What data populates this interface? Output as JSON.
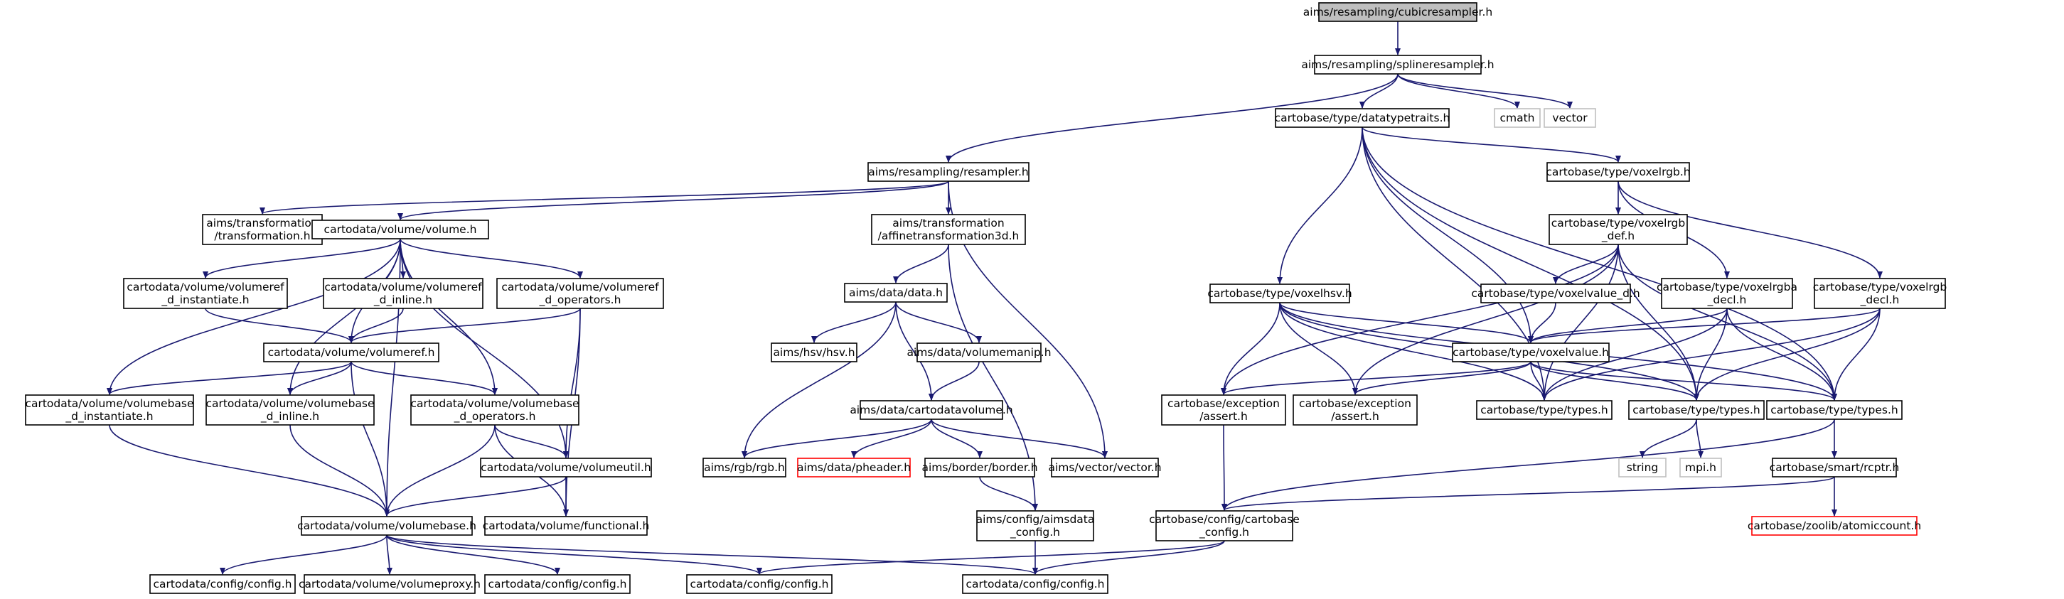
{
  "title": "aims/resampling/cubicresampler.h",
  "colors": {
    "edge": "#191970",
    "root_fill": "#bfbfbf",
    "external_stroke": "#bfbfbf",
    "missing_stroke": "#ff0000"
  },
  "nodes": [
    {
      "id": "cubic",
      "lines": [
        "aims/resampling/cubicresampler.h"
      ],
      "kind": "root"
    },
    {
      "id": "spline",
      "lines": [
        "aims/resampling/splineresampler.h"
      ],
      "kind": "normal"
    },
    {
      "id": "cmath",
      "lines": [
        "cmath"
      ],
      "kind": "external"
    },
    {
      "id": "vector",
      "lines": [
        "vector"
      ],
      "kind": "external"
    },
    {
      "id": "dtt",
      "lines": [
        "cartobase/type/datatypetraits.h"
      ],
      "kind": "normal"
    },
    {
      "id": "resampler",
      "lines": [
        "aims/resampling/resampler.h"
      ],
      "kind": "normal"
    },
    {
      "id": "transf",
      "lines": [
        "aims/transformation",
        "/transformation.h"
      ],
      "kind": "normal"
    },
    {
      "id": "volume",
      "lines": [
        "cartodata/volume/volume.h"
      ],
      "kind": "normal"
    },
    {
      "id": "affine",
      "lines": [
        "aims/transformation",
        "/affinetransformation3d.h"
      ],
      "kind": "normal"
    },
    {
      "id": "vref_inst",
      "lines": [
        "cartodata/volume/volumeref",
        "_d_instantiate.h"
      ],
      "kind": "normal"
    },
    {
      "id": "vref_inline",
      "lines": [
        "cartodata/volume/volumeref",
        "_d_inline.h"
      ],
      "kind": "normal"
    },
    {
      "id": "vref_ops",
      "lines": [
        "cartodata/volume/volumeref",
        "_d_operators.h"
      ],
      "kind": "normal"
    },
    {
      "id": "vref",
      "lines": [
        "cartodata/volume/volumeref.h"
      ],
      "kind": "normal"
    },
    {
      "id": "vbase_inst",
      "lines": [
        "cartodata/volume/volumebase",
        "_d_instantiate.h"
      ],
      "kind": "normal"
    },
    {
      "id": "vbase_inline",
      "lines": [
        "cartodata/volume/volumebase",
        "_d_inline.h"
      ],
      "kind": "normal"
    },
    {
      "id": "vbase_ops",
      "lines": [
        "cartodata/volume/volumebase",
        "_d_operators.h"
      ],
      "kind": "normal"
    },
    {
      "id": "vutil",
      "lines": [
        "cartodata/volume/volumeutil.h"
      ],
      "kind": "normal"
    },
    {
      "id": "vbase",
      "lines": [
        "cartodata/volume/volumebase.h"
      ],
      "kind": "normal"
    },
    {
      "id": "functional",
      "lines": [
        "cartodata/volume/functional.h"
      ],
      "kind": "normal"
    },
    {
      "id": "cfg1",
      "lines": [
        "cartodata/config/config.h"
      ],
      "kind": "normal"
    },
    {
      "id": "vproxy",
      "lines": [
        "cartodata/volume/volumeproxy.h"
      ],
      "kind": "normal"
    },
    {
      "id": "cfg2",
      "lines": [
        "cartodata/config/config.h"
      ],
      "kind": "normal"
    },
    {
      "id": "cfg3",
      "lines": [
        "cartodata/config/config.h"
      ],
      "kind": "normal"
    },
    {
      "id": "cfg4",
      "lines": [
        "cartodata/config/config.h"
      ],
      "kind": "normal"
    },
    {
      "id": "data",
      "lines": [
        "aims/data/data.h"
      ],
      "kind": "normal"
    },
    {
      "id": "hsv",
      "lines": [
        "aims/hsv/hsv.h"
      ],
      "kind": "normal"
    },
    {
      "id": "vmanip",
      "lines": [
        "aims/data/volumemanip.h"
      ],
      "kind": "normal"
    },
    {
      "id": "cdvol",
      "lines": [
        "aims/data/cartodatavolume.h"
      ],
      "kind": "normal"
    },
    {
      "id": "rgb",
      "lines": [
        "aims/rgb/rgb.h"
      ],
      "kind": "normal"
    },
    {
      "id": "pheader",
      "lines": [
        "aims/data/pheader.h"
      ],
      "kind": "missing"
    },
    {
      "id": "border",
      "lines": [
        "aims/border/border.h"
      ],
      "kind": "normal"
    },
    {
      "id": "avector",
      "lines": [
        "aims/vector/vector.h"
      ],
      "kind": "normal"
    },
    {
      "id": "aimscfg",
      "lines": [
        "aims/config/aimsdata",
        "_config.h"
      ],
      "kind": "normal"
    },
    {
      "id": "vrgb",
      "lines": [
        "cartobase/type/voxelrgb.h"
      ],
      "kind": "normal"
    },
    {
      "id": "vrgb_def",
      "lines": [
        "cartobase/type/voxelrgb",
        "_def.h"
      ],
      "kind": "normal"
    },
    {
      "id": "vhsv",
      "lines": [
        "cartobase/type/voxelhsv.h"
      ],
      "kind": "normal"
    },
    {
      "id": "vvd",
      "lines": [
        "cartobase/type/voxelvalue_d.h"
      ],
      "kind": "normal"
    },
    {
      "id": "vrgba_decl",
      "lines": [
        "cartobase/type/voxelrgba",
        "_decl.h"
      ],
      "kind": "normal"
    },
    {
      "id": "vrgb_decl",
      "lines": [
        "cartobase/type/voxelrgb",
        "_decl.h"
      ],
      "kind": "normal"
    },
    {
      "id": "vval",
      "lines": [
        "cartobase/type/voxelvalue.h"
      ],
      "kind": "normal"
    },
    {
      "id": "assert1",
      "lines": [
        "cartobase/exception",
        "/assert.h"
      ],
      "kind": "normal"
    },
    {
      "id": "assert2",
      "lines": [
        "cartobase/exception",
        "/assert.h"
      ],
      "kind": "normal"
    },
    {
      "id": "types1",
      "lines": [
        "cartobase/type/types.h"
      ],
      "kind": "normal"
    },
    {
      "id": "types2",
      "lines": [
        "cartobase/type/types.h"
      ],
      "kind": "normal"
    },
    {
      "id": "types3",
      "lines": [
        "cartobase/type/types.h"
      ],
      "kind": "normal"
    },
    {
      "id": "string",
      "lines": [
        "string"
      ],
      "kind": "external"
    },
    {
      "id": "mpi",
      "lines": [
        "mpi.h"
      ],
      "kind": "external"
    },
    {
      "id": "rcptr",
      "lines": [
        "cartobase/smart/rcptr.h"
      ],
      "kind": "normal"
    },
    {
      "id": "cbcfg",
      "lines": [
        "cartobase/config/cartobase",
        "_config.h"
      ],
      "kind": "normal"
    },
    {
      "id": "atomic",
      "lines": [
        "cartobase/zoolib/atomiccount.h"
      ],
      "kind": "missing"
    }
  ],
  "edges": [
    [
      "cubic",
      "spline"
    ],
    [
      "spline",
      "cmath"
    ],
    [
      "spline",
      "vector"
    ],
    [
      "spline",
      "dtt"
    ],
    [
      "spline",
      "resampler"
    ],
    [
      "dtt",
      "vrgb"
    ],
    [
      "dtt",
      "vhsv"
    ],
    [
      "dtt",
      "vval"
    ],
    [
      "dtt",
      "types1"
    ],
    [
      "dtt",
      "types2"
    ],
    [
      "dtt",
      "types3"
    ],
    [
      "resampler",
      "transf"
    ],
    [
      "resampler",
      "volume"
    ],
    [
      "resampler",
      "affine"
    ],
    [
      "resampler",
      "avector"
    ],
    [
      "volume",
      "vref_inst"
    ],
    [
      "volume",
      "vref_inline"
    ],
    [
      "volume",
      "vref_ops"
    ],
    [
      "volume",
      "vref"
    ],
    [
      "volume",
      "vbase_inst"
    ],
    [
      "volume",
      "vbase_inline"
    ],
    [
      "volume",
      "vbase_ops"
    ],
    [
      "volume",
      "vutil"
    ],
    [
      "volume",
      "vbase"
    ],
    [
      "vref_inst",
      "vref"
    ],
    [
      "vref_inline",
      "vref"
    ],
    [
      "vref_ops",
      "vref"
    ],
    [
      "vref_ops",
      "vutil"
    ],
    [
      "vref_ops",
      "functional"
    ],
    [
      "vref",
      "vbase_inst"
    ],
    [
      "vref",
      "vbase_inline"
    ],
    [
      "vref",
      "vbase_ops"
    ],
    [
      "vref",
      "vbase"
    ],
    [
      "vbase_inst",
      "vbase"
    ],
    [
      "vbase_inline",
      "vbase"
    ],
    [
      "vbase_ops",
      "vutil"
    ],
    [
      "vbase_ops",
      "vbase"
    ],
    [
      "vbase_ops",
      "functional"
    ],
    [
      "vutil",
      "vbase"
    ],
    [
      "vutil",
      "functional"
    ],
    [
      "vbase",
      "cfg1"
    ],
    [
      "vbase",
      "vproxy"
    ],
    [
      "vbase",
      "cfg2"
    ],
    [
      "vbase",
      "cfg3"
    ],
    [
      "vbase",
      "cfg4"
    ],
    [
      "affine",
      "data"
    ],
    [
      "affine",
      "aimscfg"
    ],
    [
      "data",
      "hsv"
    ],
    [
      "data",
      "vmanip"
    ],
    [
      "data",
      "cdvol"
    ],
    [
      "data",
      "rgb"
    ],
    [
      "vmanip",
      "cdvol"
    ],
    [
      "cdvol",
      "rgb"
    ],
    [
      "cdvol",
      "pheader"
    ],
    [
      "cdvol",
      "border"
    ],
    [
      "cdvol",
      "avector"
    ],
    [
      "border",
      "aimscfg"
    ],
    [
      "aimscfg",
      "cfg4"
    ],
    [
      "vrgb",
      "vrgb_def"
    ],
    [
      "vrgb",
      "vrgba_decl"
    ],
    [
      "vrgb",
      "vrgb_decl"
    ],
    [
      "vrgb_def",
      "assert1"
    ],
    [
      "vrgb_def",
      "assert2"
    ],
    [
      "vrgb_def",
      "vvd"
    ],
    [
      "vrgb_def",
      "types1"
    ],
    [
      "vrgb_def",
      "types2"
    ],
    [
      "vrgb_def",
      "types3"
    ],
    [
      "vhsv",
      "vval"
    ],
    [
      "vhsv",
      "assert1"
    ],
    [
      "vhsv",
      "assert2"
    ],
    [
      "vhsv",
      "types1"
    ],
    [
      "vhsv",
      "types2"
    ],
    [
      "vhsv",
      "types3"
    ],
    [
      "vvd",
      "vval"
    ],
    [
      "vrgba_decl",
      "vval"
    ],
    [
      "vrgba_decl",
      "types1"
    ],
    [
      "vrgba_decl",
      "types2"
    ],
    [
      "vrgba_decl",
      "types3"
    ],
    [
      "vrgb_decl",
      "vval"
    ],
    [
      "vrgb_decl",
      "types1"
    ],
    [
      "vrgb_decl",
      "types2"
    ],
    [
      "vrgb_decl",
      "types3"
    ],
    [
      "vval",
      "assert1"
    ],
    [
      "vval",
      "assert2"
    ],
    [
      "vval",
      "types1"
    ],
    [
      "vval",
      "types2"
    ],
    [
      "vval",
      "types3"
    ],
    [
      "assert1",
      "cbcfg"
    ],
    [
      "types2",
      "string"
    ],
    [
      "types2",
      "mpi"
    ],
    [
      "types3",
      "rcptr"
    ],
    [
      "types3",
      "cbcfg"
    ],
    [
      "rcptr",
      "cbcfg"
    ],
    [
      "rcptr",
      "atomic"
    ],
    [
      "cbcfg",
      "cfg3"
    ],
    [
      "cbcfg",
      "cfg4"
    ]
  ]
}
